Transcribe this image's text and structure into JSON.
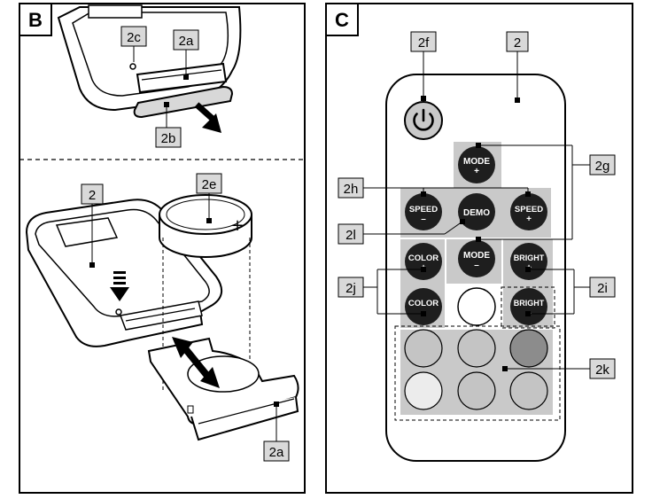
{
  "panels": {
    "b": {
      "letter": "B",
      "callouts": {
        "c2c": "2c",
        "c2a_top": "2a",
        "c2b": "2b",
        "c2": "2",
        "c2e": "2e",
        "c2a_bottom": "2a"
      },
      "battery_polarity": "+"
    },
    "c": {
      "letter": "C",
      "callouts": {
        "c2f": "2f",
        "c2": "2",
        "c2g": "2g",
        "c2h": "2h",
        "c2l": "2l",
        "c2j": "2j",
        "c2i": "2i",
        "c2k": "2k"
      },
      "power_icon": "power-icon",
      "buttons": {
        "mode_plus": {
          "label": "MODE",
          "sign": "+"
        },
        "speed_minus": {
          "label": "SPEED",
          "sign": "–"
        },
        "demo": {
          "label": "DEMO"
        },
        "speed_plus": {
          "label": "SPEED",
          "sign": "+"
        },
        "mode_minus": {
          "label": "MODE",
          "sign": "–"
        },
        "color_plus": {
          "label": "COLOR",
          "sign": "+"
        },
        "bright_plus": {
          "label": "BRIGHT",
          "sign": "+"
        },
        "color_minus": {
          "label": "COLOR",
          "sign": "–"
        },
        "bright_minus": {
          "label": "BRIGHT",
          "sign": "–"
        }
      }
    }
  },
  "colors": {
    "button_dark": "#1e1e1e",
    "panel_gray": "#c9c9c9",
    "color_white": "#ffffff",
    "swatch_gray": "#c4c4c4",
    "swatch_dark": "#8c8c8c",
    "swatch_light": "#ececec"
  }
}
